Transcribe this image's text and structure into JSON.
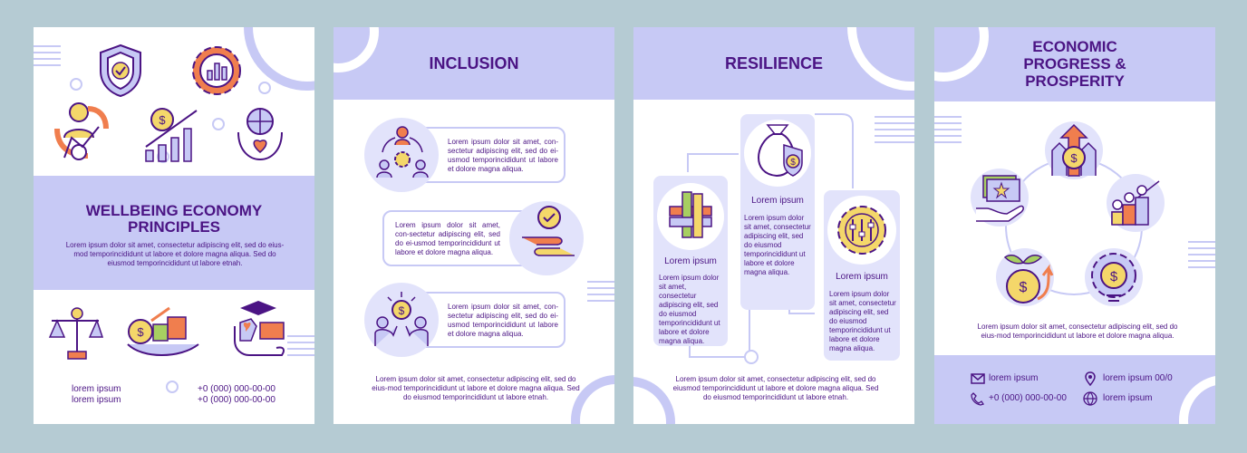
{
  "panel1": {
    "title": "WELLBEING ECONOMY PRINCIPLES",
    "body": "Lorem ipsum dolor sit amet, consectetur adipiscing elit, sed do eius-mod temporincididunt ut labore et dolore magna aliqua. Sed do eiusmod temporincididunt ut labore etnah.",
    "contact_left_1": "lorem ipsum",
    "contact_left_2": "lorem ipsum",
    "contact_right_1": "+0 (000) 000-00-00",
    "contact_right_2": "+0 (000) 000-00-00"
  },
  "panel2": {
    "title": "INCLUSION",
    "card1": "Lorem ipsum dolor sit amet, con-sectetur adipiscing elit, sed do ei-usmod temporincididunt ut labore et dolore magna aliqua.",
    "card2": "Lorem ipsum dolor sit amet, con-sectetur adipiscing elit, sed do ei-usmod temporincididunt ut labore et dolore magna aliqua.",
    "card3": "Lorem ipsum dolor sit amet, con-sectetur adipiscing elit, sed do ei-usmod temporincididunt ut labore et dolore magna aliqua.",
    "footer": "Lorem ipsum dolor sit amet, consectetur adipiscing elit, sed do eius-mod temporincididunt ut labore et dolore magna aliqua. Sed do eiusmod temporincididunt ut labore etnah."
  },
  "panel3": {
    "title": "RESILIENCE",
    "col1_heading": "Lorem ipsum",
    "col1_body": "Lorem ipsum dolor sit amet, consectetur adipiscing elit, sed do eiusmod temporincididunt ut labore et dolore magna aliqua.",
    "col2_heading": "Lorem ipsum",
    "col2_body": "Lorem ipsum dolor sit amet, consectetur adipiscing elit, sed do eiusmod temporincididunt ut labore et dolore magna aliqua.",
    "col3_heading": "Lorem ipsum",
    "col3_body": "Lorem ipsum dolor sit amet, consectetur adipiscing elit, sed do eiusmod temporincididunt ut labore et dolore magna aliqua.",
    "footer": "Lorem ipsum dolor sit amet, consectetur adipiscing elit, sed do eiusmod temporincididunt ut labore et dolore magna aliqua. Sed do eiusmod temporincididunt ut labore etnah."
  },
  "panel4": {
    "title": "ECONOMIC PROGRESS & PROSPERITY",
    "body": "Lorem ipsum dolor sit amet, consectetur adipiscing elit, sed do eius-mod temporincididunt ut labore et dolore magna aliqua.",
    "contact_email": "lorem ipsum",
    "contact_address": "lorem ipsum 00/0",
    "contact_phone": "+0 (000) 000-00-00",
    "contact_web": "lorem ipsum"
  },
  "icons": [
    "shield-check-icon",
    "gear-chart-icon",
    "people-arrows-icon",
    "growth-chart-icon",
    "globe-heart-icon",
    "scales-icon",
    "globe-money-icon",
    "education-work-icon",
    "team-gear-icon",
    "hands-check-icon",
    "money-team-icon",
    "hands-stack-icon",
    "money-bag-icon",
    "gear-slider-icon",
    "dollar-up-icon",
    "hand-money-icon",
    "people-growth-icon",
    "plant-coin-icon",
    "gear-coin-icon",
    "mail-icon",
    "pin-icon",
    "phone-icon",
    "globe-icon"
  ],
  "colors": {
    "accent": "#c7c9f5",
    "text": "#4b1484",
    "orange": "#f07e4e",
    "yellow": "#f4d76a",
    "green": "#a7cf61"
  }
}
